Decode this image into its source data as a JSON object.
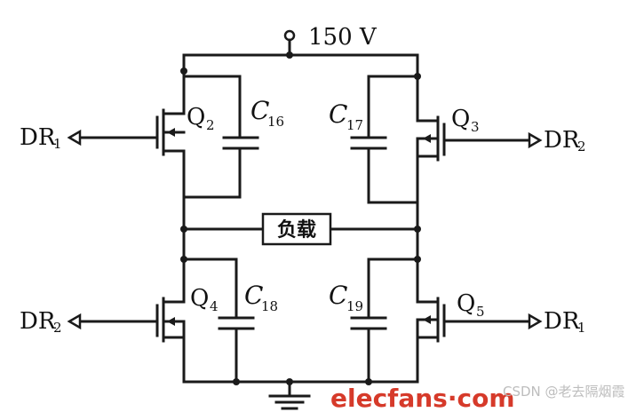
{
  "supply": {
    "label": "150 V"
  },
  "load": {
    "label": "负载"
  },
  "transistors": [
    {
      "id": "Q",
      "sub": "2"
    },
    {
      "id": "Q",
      "sub": "3"
    },
    {
      "id": "Q",
      "sub": "4"
    },
    {
      "id": "Q",
      "sub": "5"
    }
  ],
  "capacitors": [
    {
      "id": "C",
      "sub": "16"
    },
    {
      "id": "C",
      "sub": "17"
    },
    {
      "id": "C",
      "sub": "18"
    },
    {
      "id": "C",
      "sub": "19"
    }
  ],
  "drives": [
    {
      "id": "DR",
      "sub": "1"
    },
    {
      "id": "DR",
      "sub": "2"
    },
    {
      "id": "DR",
      "sub": "2"
    },
    {
      "id": "DR",
      "sub": "1"
    }
  ],
  "watermark": {
    "site": "elecfans·com",
    "credit": "CSDN @老去隔烟霞"
  }
}
